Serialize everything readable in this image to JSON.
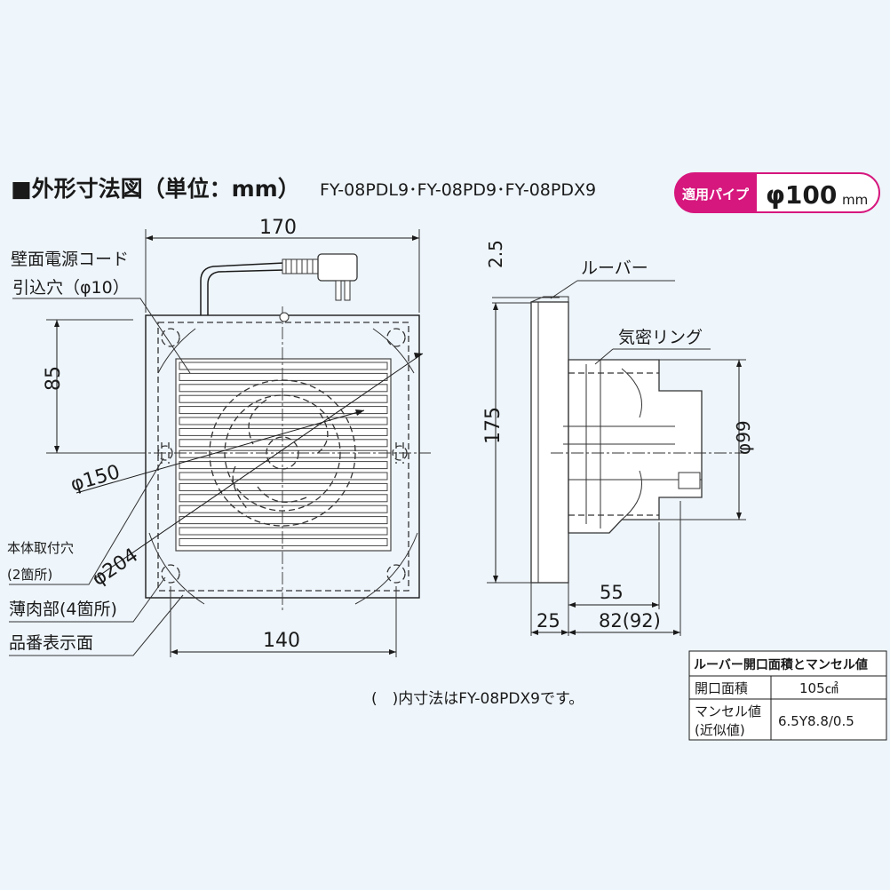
{
  "header": {
    "title": "■外形寸法図（単位：mm）",
    "models": "FY-08PDL9･FY-08PD9･FY-08PDX9",
    "pipe_label": "適用パイプ",
    "pipe_size": "φ100",
    "pipe_unit": "mm"
  },
  "front_view": {
    "width": "170",
    "bottom_width": "140",
    "height_85": "85",
    "diam_150": "φ150",
    "diam_204": "φ204",
    "cord_label_1": "壁面電源コード",
    "cord_label_2": "引込穴（φ10）",
    "mount_hole_1": "本体取付穴",
    "mount_hole_2": "(2箇所)",
    "thin_part": "薄肉部(4箇所)",
    "product_label_face": "品番表示面"
  },
  "side_view": {
    "louver": "ルーバー",
    "airtight_ring": "気密リング",
    "dim_2_5": "2.5",
    "dim_175": "175",
    "dim_99": "φ99",
    "dim_55": "55",
    "dim_25": "25",
    "dim_82": "82(92)"
  },
  "note": "(　)内寸法はFY-08PDX9です。",
  "table": {
    "title": "ルーバー開口面積とマンセル値",
    "rows": [
      {
        "label": "開口面積",
        "label2": "",
        "value": "105㎠"
      },
      {
        "label": "マンセル値",
        "label2": "(近似値)",
        "value": "6.5Y8.8/0.5"
      }
    ]
  }
}
